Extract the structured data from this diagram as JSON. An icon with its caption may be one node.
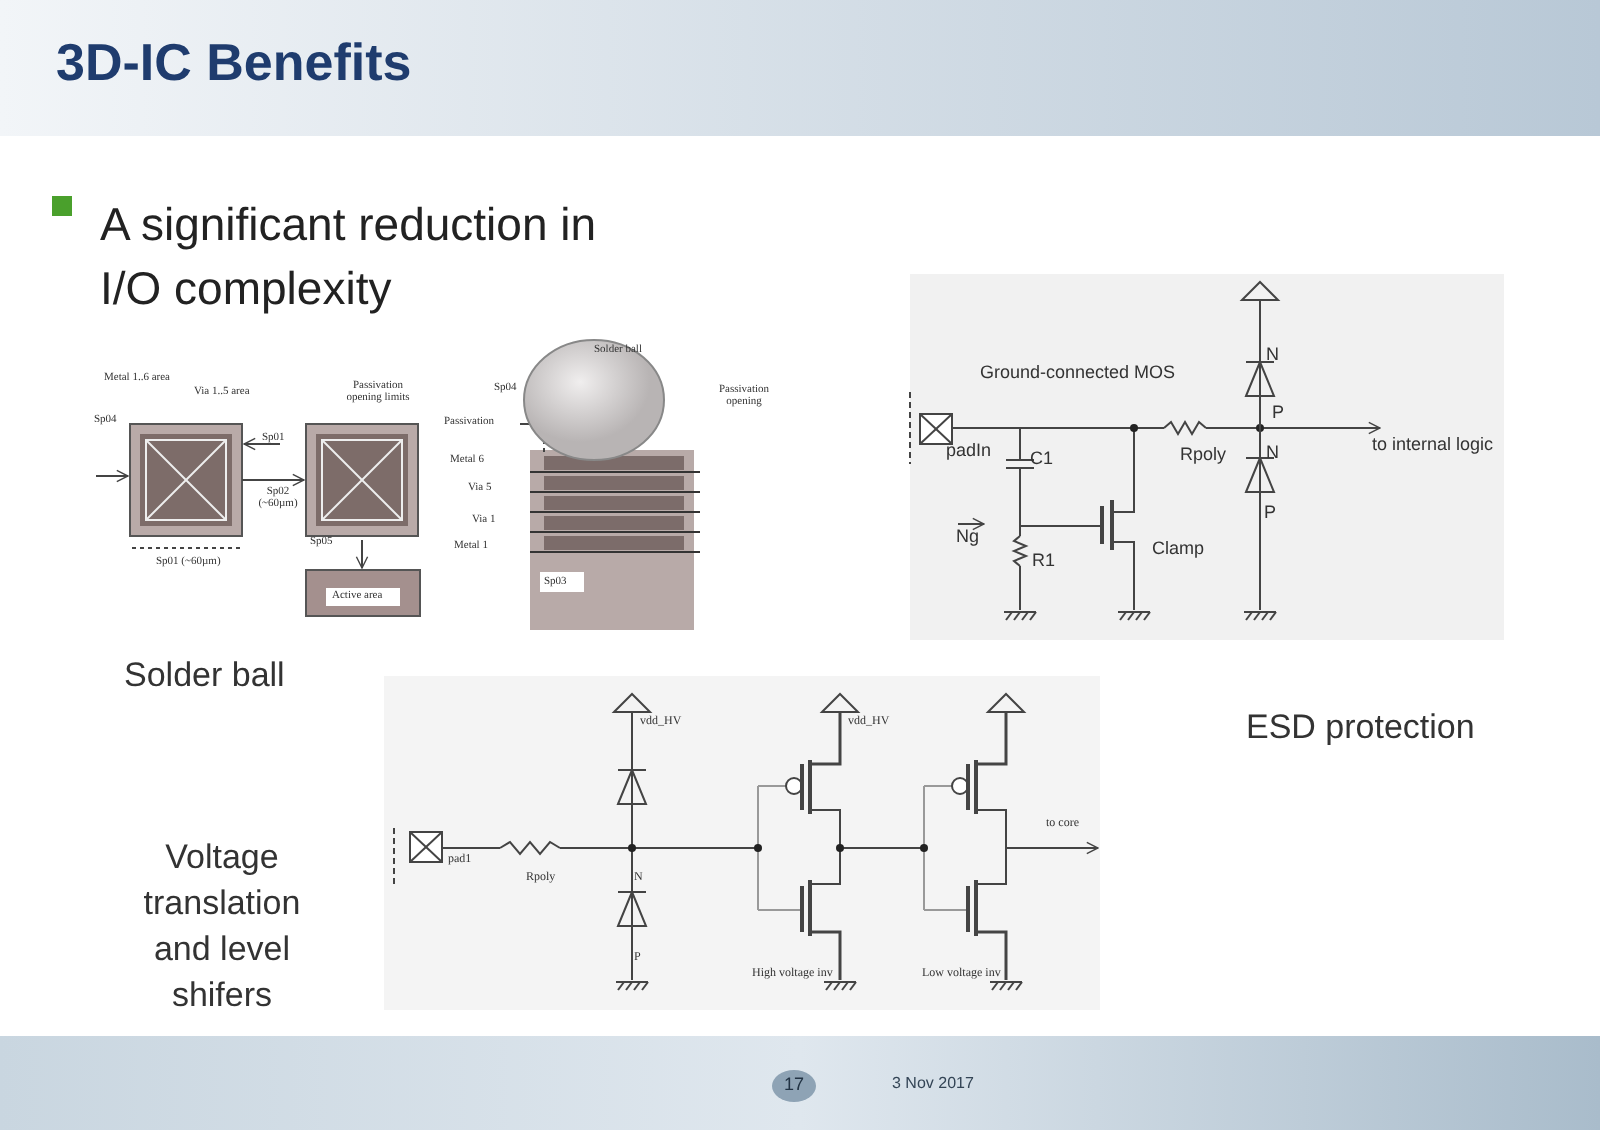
{
  "diagram": {
    "title": "3D-IC Benefits",
    "labels": [
      "A significant reduction in I/O complexity",
      "Solder ball",
      "ESD protection",
      "Voltage translation and level shifers",
      "Metal 1..6 area",
      "Via 1..5 area",
      "Sp04",
      "Sp01",
      "Sp02 (~60µm)",
      "Sp01 (~60µm)",
      "Passivation opening limits",
      "Sp05",
      "Active area",
      "Solder ball",
      "Sp04",
      "Passivation opening",
      "Passivation",
      "Metal 6",
      "Via 5",
      "Via 1",
      "Metal 1",
      "Sp03",
      "Ground-connected MOS",
      "padIn",
      "C1",
      "Rpoly",
      "N",
      "P",
      "N",
      "P",
      "to internal logic",
      "Ng",
      "R1",
      "Clamp",
      "vdd_HV",
      "vdd_HV",
      "pad1",
      "Rpoly",
      "N",
      "P",
      "to core",
      "High voltage inv",
      "Low voltage inv",
      "17",
      "3 Nov 2017"
    ]
  }
}
